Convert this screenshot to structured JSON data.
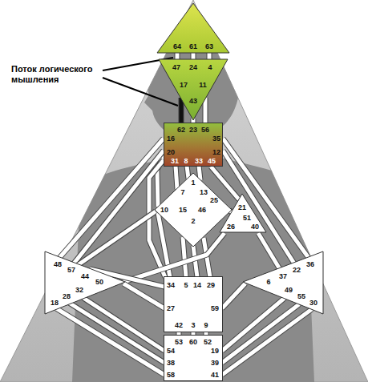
{
  "diagram": {
    "nodes": [
      {
        "text": [
          "64",
          "61",
          "63"
        ]
      },
      {
        "text": [
          "47",
          "24",
          "4",
          "17",
          "11",
          "43"
        ]
      },
      {
        "text": [
          "62",
          "23",
          "56",
          "16",
          "35",
          "20",
          "12",
          "31",
          "8",
          "33",
          "45"
        ]
      },
      {
        "text": [
          "1",
          "7",
          "13",
          "25",
          "15",
          "46",
          "10",
          "2"
        ]
      },
      {
        "text": [
          "21",
          "51",
          "26",
          "40"
        ]
      },
      {
        "text": [
          "48",
          "57",
          "44",
          "50",
          "32",
          "28",
          "18"
        ]
      },
      {
        "text": [
          "36",
          "22",
          "37",
          "6",
          "49",
          "55",
          "30"
        ]
      },
      {
        "text": [
          "34",
          "5",
          "14",
          "29",
          "27",
          "59",
          "42",
          "3",
          "9"
        ]
      },
      {
        "text": [
          "53",
          "60",
          "52",
          "54",
          "19",
          "38",
          "39",
          "58",
          "41"
        ]
      }
    ],
    "edges": [
      {
        "from": 0,
        "to": 1,
        "arrow": "none"
      },
      {
        "from": 0,
        "to": 1,
        "arrow": "none"
      },
      {
        "from": 0,
        "to": 1,
        "arrow": "none"
      },
      {
        "from": 1,
        "to": 2,
        "arrow": "none"
      },
      {
        "from": 1,
        "to": 2,
        "arrow": "none"
      },
      {
        "from": 1,
        "to": 2,
        "arrow": "none"
      },
      {
        "from": 2,
        "to": 3,
        "arrow": "none"
      },
      {
        "from": 2,
        "to": 3,
        "arrow": "none"
      },
      {
        "from": 2,
        "to": 3,
        "arrow": "none"
      },
      {
        "from": 2,
        "to": 3,
        "arrow": "none"
      },
      {
        "from": 2,
        "to": 5,
        "arrow": "none"
      },
      {
        "from": 2,
        "to": 5,
        "arrow": "none"
      },
      {
        "from": 2,
        "to": 6,
        "arrow": "none"
      },
      {
        "from": 2,
        "to": 6,
        "arrow": "none"
      },
      {
        "from": 2,
        "to": 4,
        "arrow": "none"
      },
      {
        "from": 2,
        "to": 7,
        "arrow": "none"
      },
      {
        "from": 3,
        "to": 4,
        "arrow": "none"
      },
      {
        "from": 3,
        "to": 5,
        "arrow": "none"
      },
      {
        "from": 3,
        "to": 7,
        "arrow": "none"
      },
      {
        "from": 3,
        "to": 7,
        "arrow": "none"
      },
      {
        "from": 3,
        "to": 7,
        "arrow": "none"
      },
      {
        "from": 3,
        "to": 7,
        "arrow": "none"
      },
      {
        "from": 4,
        "to": 5,
        "arrow": "none"
      },
      {
        "from": 4,
        "to": 6,
        "arrow": "none"
      },
      {
        "from": 5,
        "to": 7,
        "arrow": "none"
      },
      {
        "from": 5,
        "to": 7,
        "arrow": "none"
      },
      {
        "from": 7,
        "to": 6,
        "arrow": "none"
      },
      {
        "from": 7,
        "to": 8,
        "arrow": "none"
      },
      {
        "from": 7,
        "to": 8,
        "arrow": "none"
      },
      {
        "from": 7,
        "to": 8,
        "arrow": "none"
      },
      {
        "from": 5,
        "to": 8,
        "arrow": "none"
      },
      {
        "from": 5,
        "to": 8,
        "arrow": "none"
      },
      {
        "from": 5,
        "to": 8,
        "arrow": "none"
      },
      {
        "from": 6,
        "to": 8,
        "arrow": "none"
      },
      {
        "from": 6,
        "to": 8,
        "arrow": "none"
      },
      {
        "from": 6,
        "to": 8,
        "arrow": "none"
      }
    ],
    "labels": [
      "Поток логического мышления"
    ]
  }
}
